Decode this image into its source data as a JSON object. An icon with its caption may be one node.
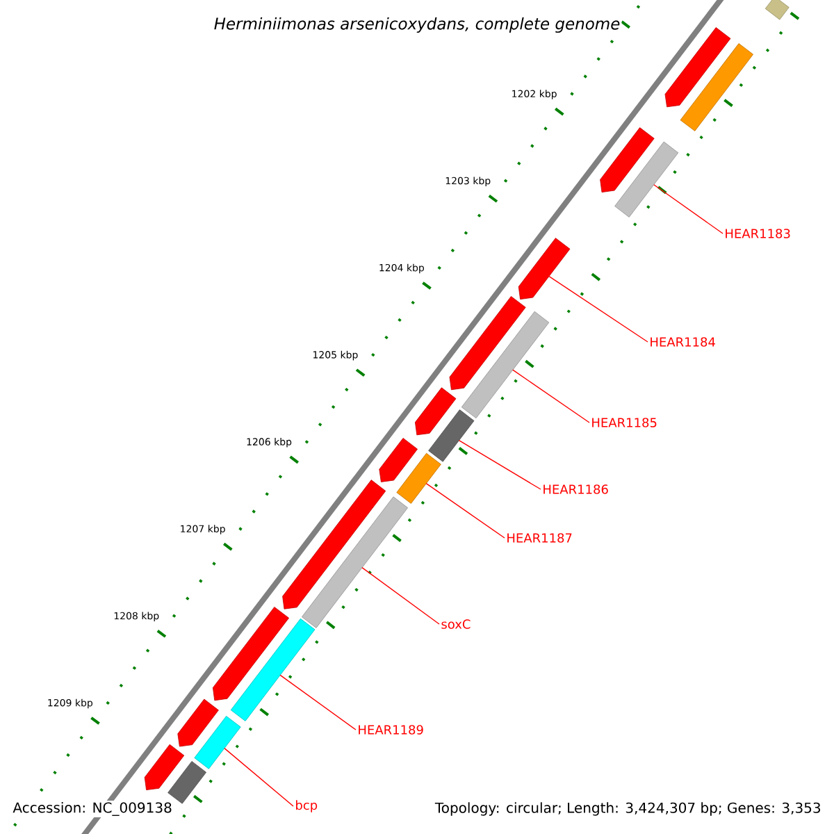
{
  "diagram": {
    "title": "Herminiimonas arsenicoxydans, complete genome",
    "nodes": [
      {
        "text": [],
        "shape": "bar"
      },
      {
        "text": [],
        "shape": "pentagon"
      },
      {
        "text": [],
        "shape": "bar"
      },
      {
        "text": [],
        "shape": "pentagon"
      },
      {
        "text": [],
        "shape": "bar"
      },
      {
        "text": [],
        "shape": "pentagon"
      },
      {
        "text": [],
        "shape": "pentagon"
      },
      {
        "text": [],
        "shape": "bar"
      },
      {
        "text": [],
        "shape": "pentagon"
      },
      {
        "text": [],
        "shape": "bar"
      },
      {
        "text": [],
        "shape": "pentagon"
      },
      {
        "text": [],
        "shape": "bar"
      },
      {
        "text": [],
        "shape": "pentagon"
      },
      {
        "text": [],
        "shape": "bar"
      },
      {
        "text": [],
        "shape": "pentagon"
      },
      {
        "text": [],
        "shape": "bar"
      },
      {
        "text": [],
        "shape": "pentagon"
      },
      {
        "text": [],
        "shape": "bar"
      },
      {
        "text": [],
        "shape": "pentagon"
      },
      {
        "text": [],
        "shape": "bar"
      },
      {
        "text": [
          "HEAR1183"
        ]
      },
      {
        "text": [
          "HEAR1184"
        ]
      },
      {
        "text": [
          "HEAR1185"
        ]
      },
      {
        "text": [
          "HEAR1186"
        ]
      },
      {
        "text": [
          "HEAR1187"
        ]
      },
      {
        "text": [
          "soxC"
        ]
      },
      {
        "text": [
          "HEAR1189"
        ]
      },
      {
        "text": [
          "bcp"
        ]
      }
    ],
    "edges": [
      {
        "from": 20,
        "to": 4,
        "arrow": "none"
      },
      {
        "from": 21,
        "to": 5,
        "arrow": "none"
      },
      {
        "from": 22,
        "to": 7,
        "arrow": "none"
      },
      {
        "from": 23,
        "to": 9,
        "arrow": "none"
      },
      {
        "from": 24,
        "to": 11,
        "arrow": "none"
      },
      {
        "from": 25,
        "to": 13,
        "arrow": "none"
      },
      {
        "from": 26,
        "to": 15,
        "arrow": "none"
      },
      {
        "from": 27,
        "to": 17,
        "arrow": "none"
      }
    ],
    "labels": [
      "1202 kbp",
      "1203 kbp",
      "1204 kbp",
      "1205 kbp",
      "1206 kbp",
      "1207 kbp",
      "1208 kbp",
      "1209 kbp",
      "Accession: NC_009138",
      "Topology: circular; Length: 3,424,307 bp; Genes: 3,353"
    ]
  }
}
